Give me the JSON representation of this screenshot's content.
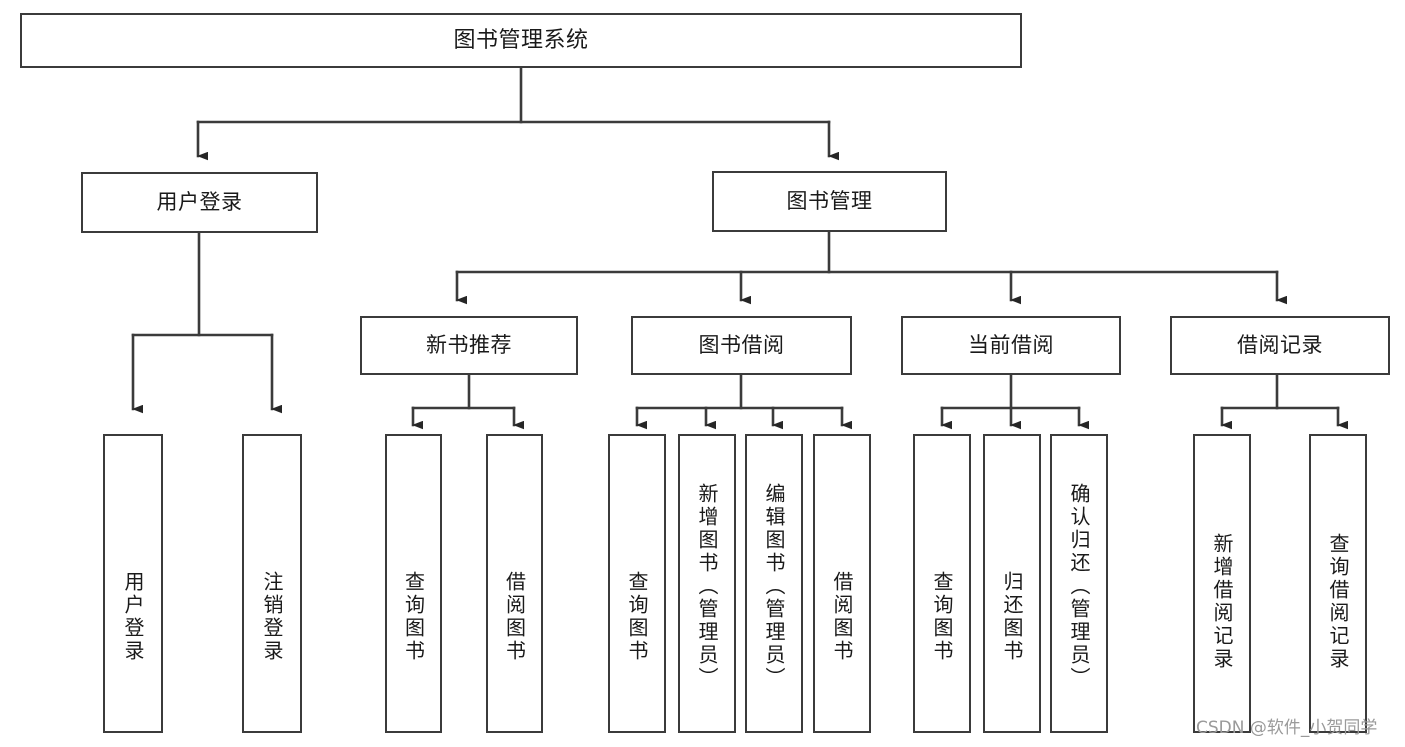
{
  "diagram": {
    "title": "图书管理系统",
    "watermark": "CSDN @软件_小贺同学",
    "line_color": "#3b3b3b",
    "box_fill": "#ffffff",
    "text_color": "#1a1a1a",
    "root": {
      "label": "图书管理系统"
    },
    "level2": [
      {
        "label": "用户登录"
      },
      {
        "label": "图书管理"
      }
    ],
    "level3": [
      {
        "label": "新书推荐"
      },
      {
        "label": "图书借阅"
      },
      {
        "label": "当前借阅"
      },
      {
        "label": "借阅记录"
      }
    ],
    "leaves": {
      "user_login": [
        {
          "label": "用户登录"
        },
        {
          "label": "注销登录"
        }
      ],
      "new_book": [
        {
          "label": "查询图书"
        },
        {
          "label": "借阅图书"
        }
      ],
      "book_borrow": [
        {
          "label": "查询图书"
        },
        {
          "label": "新增图书（管理员）"
        },
        {
          "label": "编辑图书（管理员）"
        },
        {
          "label": "借阅图书"
        }
      ],
      "current_borrow": [
        {
          "label": "查询图书"
        },
        {
          "label": "归还图书"
        },
        {
          "label": "确认归还（管理员）"
        }
      ],
      "borrow_record": [
        {
          "label": "新增借阅记录"
        },
        {
          "label": "查询借阅记录"
        }
      ]
    }
  },
  "chart_data": {
    "type": "tree",
    "title": "图书管理系统",
    "nodes": [
      {
        "id": "root",
        "label": "图书管理系统",
        "level": 0,
        "parent": null
      },
      {
        "id": "n1",
        "label": "用户登录",
        "level": 1,
        "parent": "root"
      },
      {
        "id": "n2",
        "label": "图书管理",
        "level": 1,
        "parent": "root"
      },
      {
        "id": "n1a",
        "label": "用户登录",
        "level": 2,
        "parent": "n1"
      },
      {
        "id": "n1b",
        "label": "注销登录",
        "level": 2,
        "parent": "n1"
      },
      {
        "id": "n2a",
        "label": "新书推荐",
        "level": 2,
        "parent": "n2"
      },
      {
        "id": "n2b",
        "label": "图书借阅",
        "level": 2,
        "parent": "n2"
      },
      {
        "id": "n2c",
        "label": "当前借阅",
        "level": 2,
        "parent": "n2"
      },
      {
        "id": "n2d",
        "label": "借阅记录",
        "level": 2,
        "parent": "n2"
      },
      {
        "id": "n2a1",
        "label": "查询图书",
        "level": 3,
        "parent": "n2a"
      },
      {
        "id": "n2a2",
        "label": "借阅图书",
        "level": 3,
        "parent": "n2a"
      },
      {
        "id": "n2b1",
        "label": "查询图书",
        "level": 3,
        "parent": "n2b"
      },
      {
        "id": "n2b2",
        "label": "新增图书（管理员）",
        "level": 3,
        "parent": "n2b"
      },
      {
        "id": "n2b3",
        "label": "编辑图书（管理员）",
        "level": 3,
        "parent": "n2b"
      },
      {
        "id": "n2b4",
        "label": "借阅图书",
        "level": 3,
        "parent": "n2b"
      },
      {
        "id": "n2c1",
        "label": "查询图书",
        "level": 3,
        "parent": "n2c"
      },
      {
        "id": "n2c2",
        "label": "归还图书",
        "level": 3,
        "parent": "n2c"
      },
      {
        "id": "n2c3",
        "label": "确认归还（管理员）",
        "level": 3,
        "parent": "n2c"
      },
      {
        "id": "n2d1",
        "label": "新增借阅记录",
        "level": 3,
        "parent": "n2d"
      },
      {
        "id": "n2d2",
        "label": "查询借阅记录",
        "level": 3,
        "parent": "n2d"
      }
    ]
  }
}
